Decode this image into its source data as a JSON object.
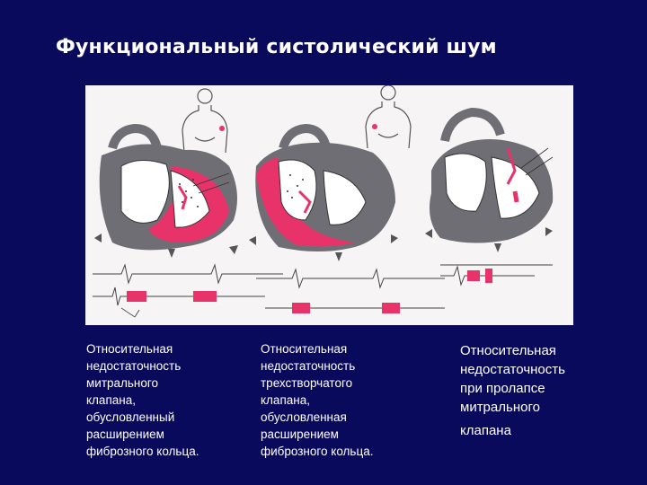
{
  "slide": {
    "title": "Функциональный систолический шум"
  },
  "colors": {
    "background": "#0a0a5c",
    "text": "#ffffff",
    "figure_background": "#f6f4f4",
    "heart_gray": "#6e6e74",
    "blood_pink": "#e8336a"
  },
  "captions": [
    {
      "lines": [
        " Относительная",
        "недостаточность",
        "митрального",
        "клапана,",
        "обусловленный",
        "расширением",
        "фиброзного кольца."
      ]
    },
    {
      "lines": [
        " Относительная",
        "недостаточность",
        "трехстворчатого",
        "клапана,",
        "обусловленная",
        "расширением",
        "фиброзного кольца."
      ]
    },
    {
      "lines": [
        " Относительная",
        "недостаточность",
        "при пролапсе",
        "митрального",
        "клапана"
      ]
    }
  ]
}
